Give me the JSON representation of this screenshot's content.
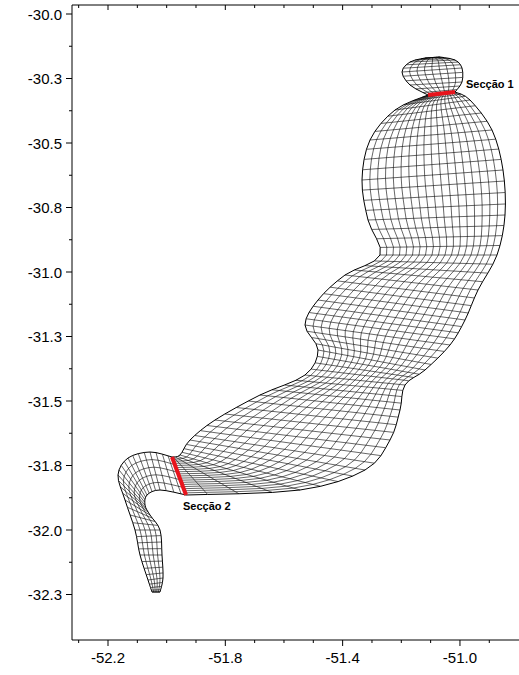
{
  "diagram": {
    "labels": [
      "-30.0",
      "-30.3",
      "-30.5",
      "-30.8",
      "-31.0",
      "-31.3",
      "-31.5",
      "-31.8",
      "-32.0",
      "-32.3",
      "Secção 1",
      "Secção 2",
      "-52.2",
      "-51.8",
      "-51.4",
      "-51.0"
    ]
  }
}
